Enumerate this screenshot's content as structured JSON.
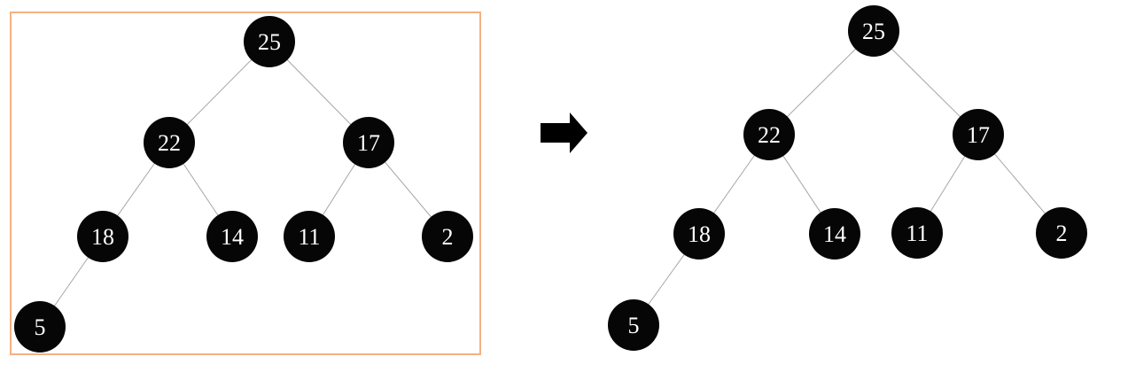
{
  "colors": {
    "background": "#ffffff",
    "node_fill": "#060606",
    "node_text": "#ffffff",
    "edge_line": "#a6a6a6",
    "frame_border": "#f4b183",
    "arrow_fill": "#000000"
  },
  "arrow": {
    "icon": "right-arrow"
  },
  "left_tree": {
    "nodes": [
      {
        "value": "25",
        "parent": null
      },
      {
        "value": "22",
        "parent": "25"
      },
      {
        "value": "17",
        "parent": "25"
      },
      {
        "value": "18",
        "parent": "22"
      },
      {
        "value": "14",
        "parent": "22"
      },
      {
        "value": "11",
        "parent": "17"
      },
      {
        "value": "2",
        "parent": "17"
      },
      {
        "value": "5",
        "parent": "18"
      }
    ],
    "edges": [
      [
        0,
        1
      ],
      [
        0,
        2
      ],
      [
        1,
        3
      ],
      [
        1,
        4
      ],
      [
        2,
        5
      ],
      [
        2,
        6
      ],
      [
        3,
        7
      ]
    ]
  },
  "right_tree": {
    "nodes": [
      {
        "value": "25",
        "parent": null
      },
      {
        "value": "22",
        "parent": "25"
      },
      {
        "value": "17",
        "parent": "25"
      },
      {
        "value": "18",
        "parent": "22"
      },
      {
        "value": "14",
        "parent": "22"
      },
      {
        "value": "11",
        "parent": "17"
      },
      {
        "value": "2",
        "parent": "17"
      },
      {
        "value": "5",
        "parent": "18"
      }
    ],
    "edges": [
      [
        0,
        1
      ],
      [
        0,
        2
      ],
      [
        1,
        3
      ],
      [
        1,
        4
      ],
      [
        2,
        5
      ],
      [
        2,
        6
      ],
      [
        3,
        7
      ]
    ]
  }
}
